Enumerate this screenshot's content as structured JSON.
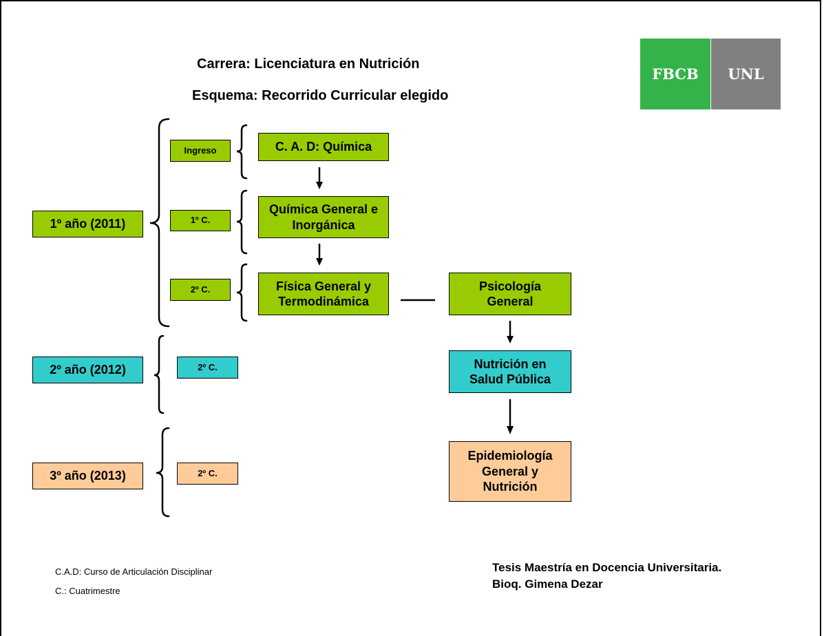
{
  "header": {
    "title_line1": "Carrera: Licenciatura en Nutrición",
    "title_line2": "Esquema: Recorrido Curricular elegido"
  },
  "logo": {
    "left": "FBCB",
    "right": "UNL",
    "colors": {
      "left": "#33b34a",
      "right": "#808080"
    }
  },
  "years": [
    {
      "label": "1º año (2011)",
      "color": "#99cc00"
    },
    {
      "label": "2º año (2012)",
      "color": "#33cccc"
    },
    {
      "label": "3º año (2013)",
      "color": "#ffcc99"
    }
  ],
  "terms": [
    "Ingreso",
    "1º C.",
    "2º C.",
    "2º C.",
    "2º C."
  ],
  "courses": [
    "C. A. D: Química",
    "Química General e Inorgánica",
    "Física General y Termodinámica",
    "Psicología General",
    "Nutrición en Salud Pública",
    "Epidemiología General y Nutrición"
  ],
  "legend": {
    "cad": "C.A.D: Curso de Articulación Disciplinar",
    "c": "C.: Cuatrimestre"
  },
  "signature": {
    "line1": "Tesis Maestría en Docencia Universitaria.",
    "line2": "Bioq. Gimena Dezar"
  }
}
